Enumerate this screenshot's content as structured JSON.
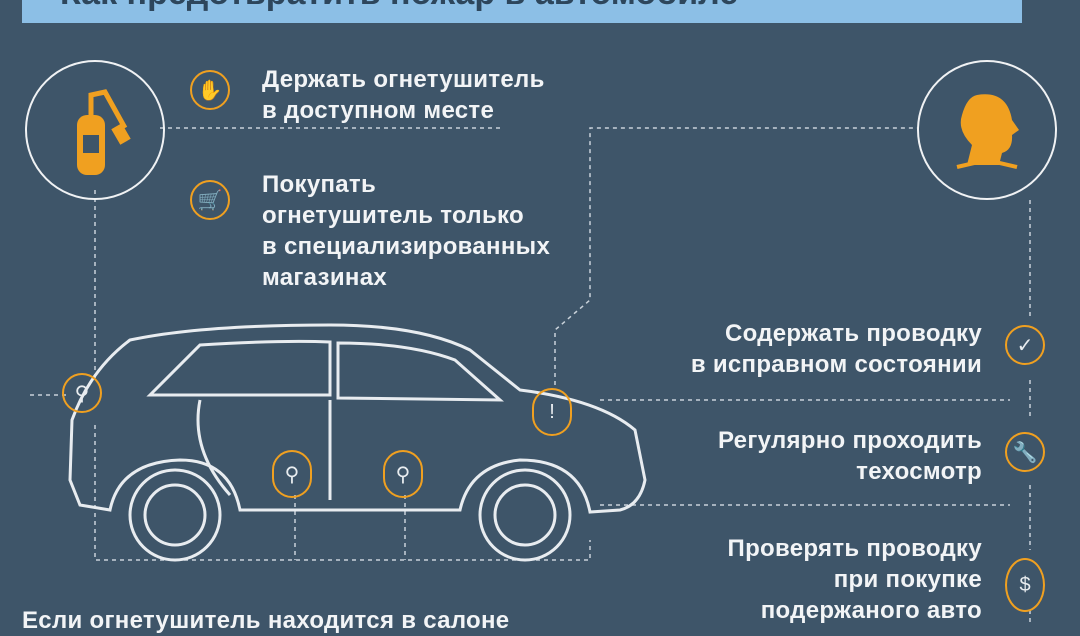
{
  "title": "Как предотвратить пожар в автомобиле",
  "left_tips": [
    {
      "text": "Держать огнетушитель\nв доступном месте",
      "icon": "hand-icon"
    },
    {
      "text": "Покупать\nогнетушитель только\nв специализированных\nмагазинах",
      "icon": "shopping-cart-icon"
    }
  ],
  "right_tips": [
    {
      "text": "Содержать проводку\nв исправном состоянии",
      "icon": "checkmark-icon"
    },
    {
      "text": "Регулярно проходить\nтехосмотр",
      "icon": "wrench-icon"
    },
    {
      "text": "Проверять проводку\nпри покупке\nподержаного авто",
      "icon": "money-icon"
    }
  ],
  "bottom_note": "Если огнетушитель находится в салоне",
  "colors": {
    "background": "#3e5569",
    "banner": "#8cbfe6",
    "accent": "#f0a020"
  }
}
